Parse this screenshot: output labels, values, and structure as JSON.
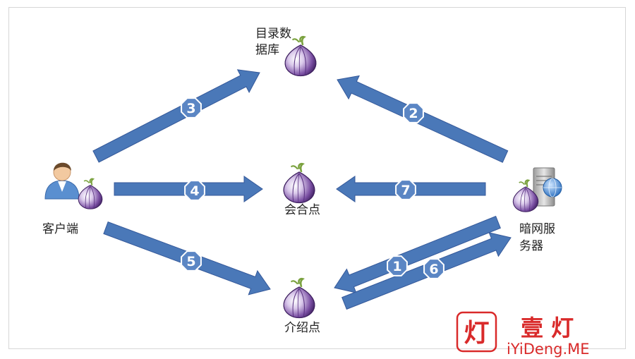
{
  "nodes": {
    "directory": "目录数\n据库",
    "rendezvous": "会合点",
    "intro": "介绍点",
    "client": "客户端",
    "server": "暗网服\n务器"
  },
  "steps": [
    "1",
    "2",
    "3",
    "4",
    "5",
    "6",
    "7"
  ],
  "watermark": {
    "seal": "灯",
    "name": "壹 灯",
    "url": "iYiDeng.ME"
  },
  "colors": {
    "arrow": "#4a78b8",
    "arrow_stroke": "#35599a",
    "badge": "#5b86c4",
    "onion_dark": "#4a2a6e",
    "onion_light": "#b89ad3",
    "watermark": "#d92a2a"
  }
}
